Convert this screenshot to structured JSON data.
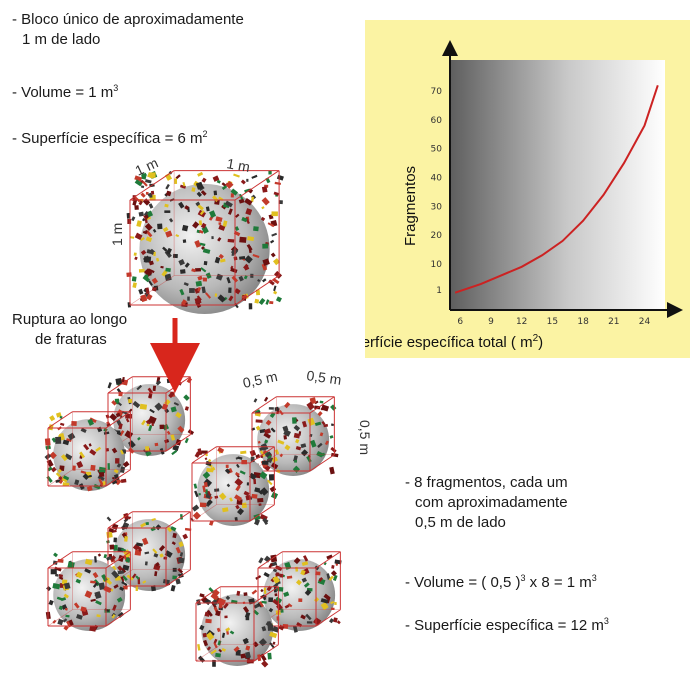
{
  "single_block": {
    "line1": "- Bloco único de aproximadamente",
    "line2": "1 m de lado",
    "volume_prefix": "- Volume = 1 m",
    "volume_exp": "3",
    "surface_prefix": "- Superfície específica = 6 m",
    "surface_exp": "2",
    "dims": [
      "1 m",
      "1 m",
      "1 m"
    ]
  },
  "rupture": {
    "line1": "Ruptura ao longo",
    "line2": "de fraturas",
    "arrow_color": "#d8261c"
  },
  "fragments": {
    "dims": [
      "0,5 m",
      "0,5 m",
      "0,5 m"
    ],
    "line1": "- 8 fragmentos, cada um",
    "line2": "com aproximadamente",
    "line3": "0,5 m de lado",
    "volume_prefix": "- Volume = ( 0,5 )",
    "volume_exp": "3",
    "volume_suffix": " x  8 = 1 m",
    "volume_suffix_exp": "3",
    "surface_prefix": "- Superfície específica = 12 m",
    "surface_exp": "3"
  },
  "chart_data": {
    "type": "line",
    "ylabel": "Fragmentos",
    "xlabel": "Superfície específica total ( m",
    "xlabel_exp": "2",
    "xlabel_close": ")",
    "x_ticks": [
      6,
      9,
      12,
      15,
      18,
      21,
      24
    ],
    "y_ticks": [
      1,
      10,
      20,
      30,
      40,
      50,
      60,
      70
    ],
    "xlim": [
      5,
      26
    ],
    "ylim": [
      -6,
      78
    ],
    "series": [
      {
        "x": [
          5.5,
          8,
          10,
          12,
          14,
          16,
          18,
          20,
          22,
          24,
          25.3
        ],
        "y": [
          0,
          3,
          6,
          9,
          13,
          18,
          25,
          34,
          45,
          58,
          72
        ]
      }
    ],
    "line_color": "#cc2222",
    "panel_color": "#fbf3a3"
  },
  "colors": {
    "cube_edge": "#cc3333",
    "arrow": "#d8261c"
  }
}
